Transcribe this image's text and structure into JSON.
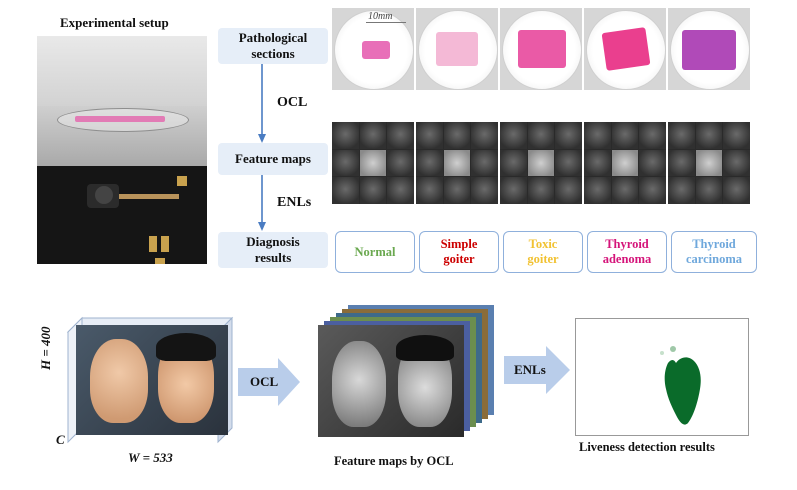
{
  "top": {
    "setup_title": "Experimental setup",
    "stage_pathological": "Pathological sections",
    "stage_feature_maps": "Feature maps",
    "stage_diagnosis": "Diagnosis results",
    "arrow_ocl": "OCL",
    "arrow_enls": "ENLs",
    "scale_bar": "10mm",
    "diagnoses": [
      {
        "label": "Normal",
        "color": "#6aa84f"
      },
      {
        "label": "Simple goiter",
        "color": "#cc0000"
      },
      {
        "label": "Toxic goiter",
        "color": "#f1c232"
      },
      {
        "label": "Thyroid adenoma",
        "color": "#d5147a"
      },
      {
        "label": "Thyroid carcinoma",
        "color": "#6fa8dc"
      }
    ],
    "tissue_colors": [
      "#e86fb8",
      "#f4b9d6",
      "#ea5aa6",
      "#ea3f8e",
      "#b04ab8"
    ]
  },
  "bottom": {
    "dim_h": "H = 400",
    "dim_w": "W = 533",
    "dim_c": "C",
    "arrow_ocl": "OCL",
    "arrow_enls": "ENLs",
    "caption_feature_maps": "Feature maps by OCL",
    "caption_results": "Liveness detection results",
    "accent_color": "#b9cdea",
    "result_color": "#0a6b2a"
  }
}
